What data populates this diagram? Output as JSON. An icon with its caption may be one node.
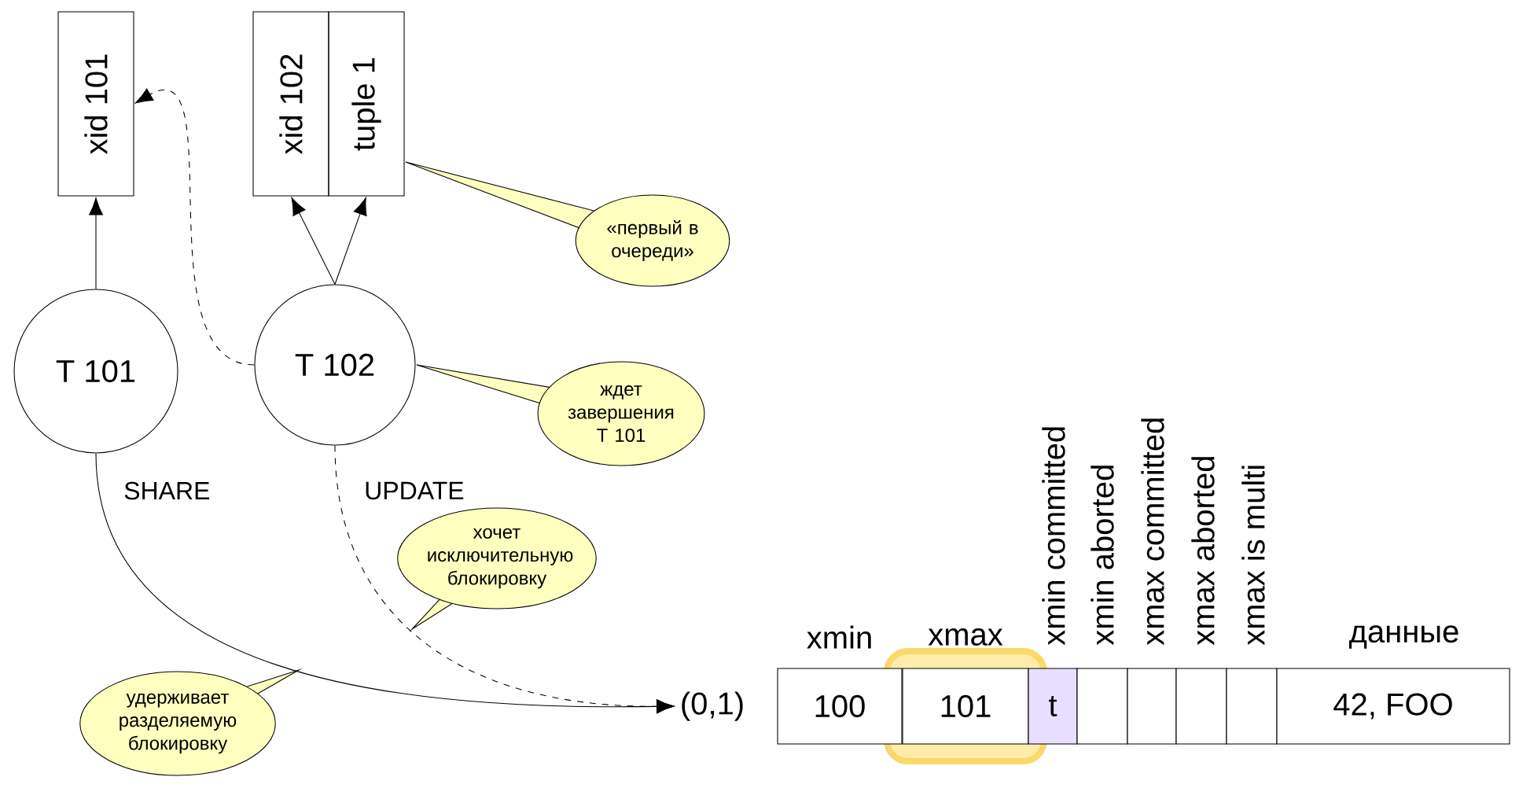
{
  "diagram": {
    "nodes": [
      {
        "text": [
          "xid 101"
        ]
      },
      {
        "text": [
          "xid 102"
        ]
      },
      {
        "text": [
          "tuple 1"
        ]
      },
      {
        "text": [
          "T 101"
        ]
      },
      {
        "text": [
          "T 102"
        ]
      },
      {
        "text": [
          "(0,1)"
        ]
      },
      {
        "text": [
          "100"
        ]
      },
      {
        "text": [
          "101"
        ]
      },
      {
        "text": [
          "t"
        ]
      },
      {
        "text": [],
        "shape": "box"
      },
      {
        "text": [],
        "shape": "box"
      },
      {
        "text": [],
        "shape": "box"
      },
      {
        "text": [],
        "shape": "box"
      },
      {
        "text": [
          "42, FOO"
        ]
      },
      {
        "text": [
          "«первый в очереди»"
        ]
      },
      {
        "text": [
          "ждет завершения T 101"
        ]
      },
      {
        "text": [
          "хочет исключительную блокировку"
        ]
      },
      {
        "text": [
          "удерживает разделяемую блокировку"
        ]
      }
    ],
    "edges": [
      {
        "from": 3,
        "to": 0,
        "arrow": "to"
      },
      {
        "from": 4,
        "to": 0,
        "arrow": "to",
        "style": "dashed"
      },
      {
        "from": 4,
        "to": 1,
        "arrow": "to"
      },
      {
        "from": 4,
        "to": 2,
        "arrow": "to"
      },
      {
        "from": 3,
        "to": 5,
        "arrow": "to",
        "label": "SHARE"
      },
      {
        "from": 4,
        "to": 5,
        "arrow": "to",
        "style": "dashed",
        "label": "UPDATE"
      }
    ],
    "labels": [
      "xmin",
      "xmax",
      "xmin committed",
      "xmin aborted",
      "xmax committed",
      "xmax aborted",
      "xmax is multi",
      "данные"
    ]
  }
}
